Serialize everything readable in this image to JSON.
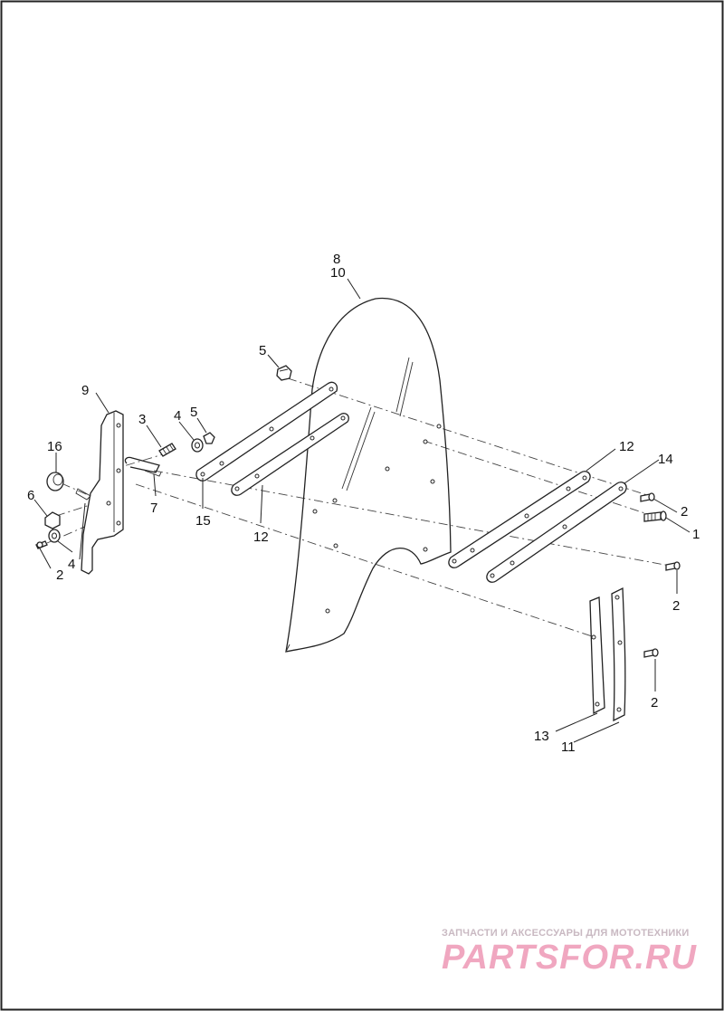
{
  "diagram": {
    "callouts": {
      "c1": "1",
      "c2a": "2",
      "c2b": "2",
      "c2c": "2",
      "c2d": "2",
      "c3": "3",
      "c4a": "4",
      "c4b": "4",
      "c5a": "5",
      "c5b": "5",
      "c6": "6",
      "c7": "7",
      "c8": "8",
      "c9": "9",
      "c10": "10",
      "c11": "11",
      "c12a": "12",
      "c12b": "12",
      "c13": "13",
      "c14": "14",
      "c15": "15",
      "c16": "16"
    }
  },
  "watermark": {
    "tagline": "ЗАПЧАСТИ И АКСЕССУАРЫ ДЛЯ МОТОТЕХНИКИ",
    "logo": "PARTSFOR.RU"
  }
}
